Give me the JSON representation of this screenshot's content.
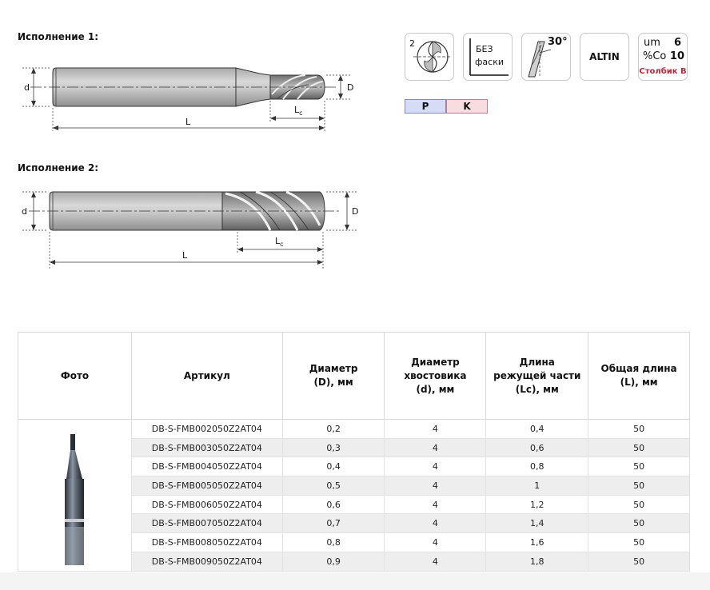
{
  "variants": {
    "v1": {
      "title": "Исполнение 1:",
      "d": "d",
      "D": "D",
      "L": "L",
      "Lc": "L",
      "Lc_sub": "c"
    },
    "v2": {
      "title": "Исполнение 2:",
      "d": "d",
      "D": "D",
      "L": "L",
      "Lc": "L",
      "Lc_sub": "c"
    }
  },
  "icons": {
    "flutes": "2",
    "chamfer_line1": "БЕЗ",
    "chamfer_line2": "фаски",
    "helix": "30°",
    "coating": "ALTIN",
    "um_label": "um",
    "um_value": "6",
    "co_label": "%Co",
    "co_value": "10",
    "grade": "Столбик B"
  },
  "materials": {
    "p": "P",
    "k": "K",
    "p_color": "#d6dcf5",
    "k_color": "#f8dde0"
  },
  "table": {
    "headers": {
      "photo": "Фото",
      "article": "Артикул",
      "diameter": [
        "Диаметр",
        "(D), мм"
      ],
      "shank": [
        "Диаметр",
        "хвостовика",
        "(d), мм"
      ],
      "cut_length": [
        "Длина",
        "режущей части",
        "(Lc), мм"
      ],
      "total_length": [
        "Общая длина",
        "(L), мм"
      ]
    },
    "rows": [
      {
        "article": "DB-S-FMB002050Z2AT04",
        "D": "0,2",
        "d": "4",
        "Lc": "0,4",
        "L": "50"
      },
      {
        "article": "DB-S-FMB003050Z2AT04",
        "D": "0,3",
        "d": "4",
        "Lc": "0,6",
        "L": "50"
      },
      {
        "article": "DB-S-FMB004050Z2AT04",
        "D": "0,4",
        "d": "4",
        "Lc": "0,8",
        "L": "50"
      },
      {
        "article": "DB-S-FMB005050Z2AT04",
        "D": "0,5",
        "d": "4",
        "Lc": "1",
        "L": "50"
      },
      {
        "article": "DB-S-FMB006050Z2AT04",
        "D": "0,6",
        "d": "4",
        "Lc": "1,2",
        "L": "50"
      },
      {
        "article": "DB-S-FMB007050Z2AT04",
        "D": "0,7",
        "d": "4",
        "Lc": "1,4",
        "L": "50"
      },
      {
        "article": "DB-S-FMB008050Z2AT04",
        "D": "0,8",
        "d": "4",
        "Lc": "1,6",
        "L": "50"
      },
      {
        "article": "DB-S-FMB009050Z2AT04",
        "D": "0,9",
        "d": "4",
        "Lc": "1,8",
        "L": "50"
      }
    ]
  }
}
